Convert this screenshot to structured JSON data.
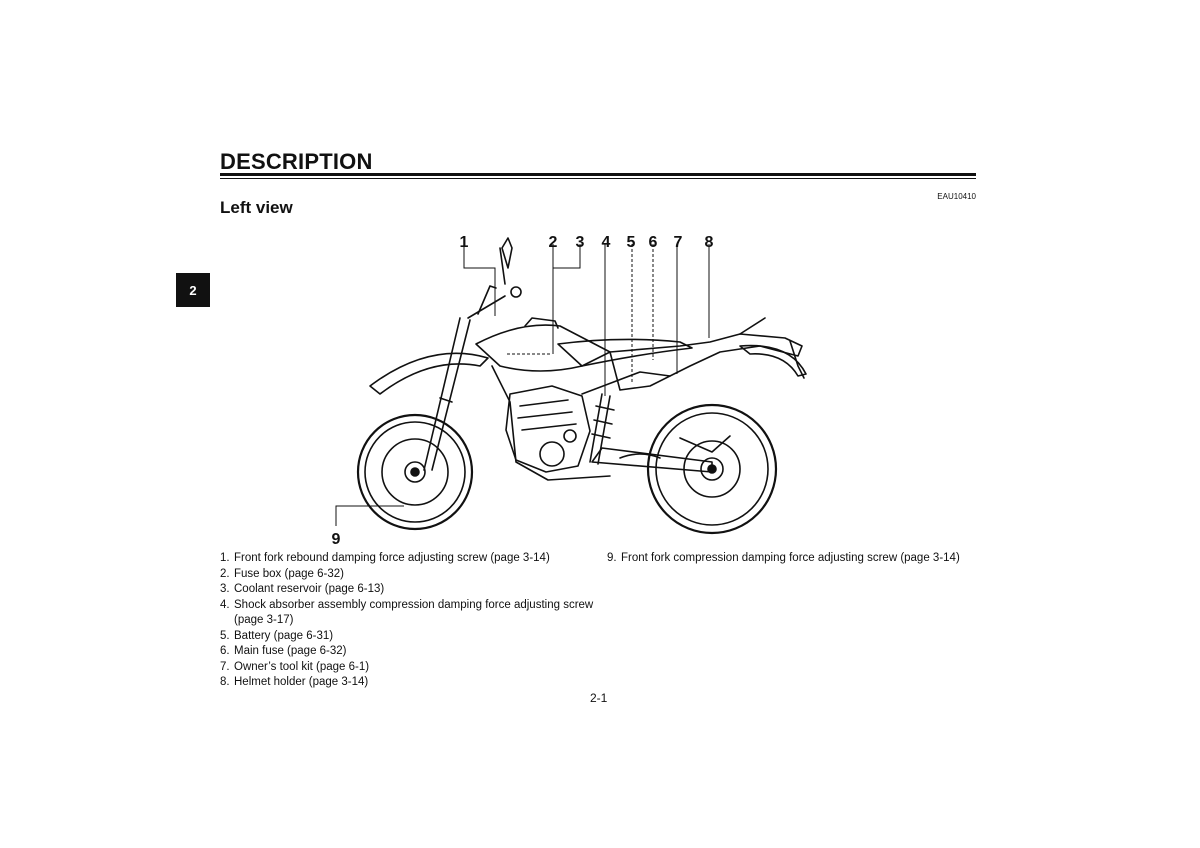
{
  "header": {
    "title": "DESCRIPTION",
    "code": "EAU10410",
    "subtitle": "Left view"
  },
  "side_tab": "2",
  "figure": {
    "callouts": [
      "1",
      "2",
      "3",
      "4",
      "5",
      "6",
      "7",
      "8",
      "9"
    ]
  },
  "legend_left": [
    {
      "num": "1.",
      "text": "Front fork rebound damping force adjusting screw (page 3-14)"
    },
    {
      "num": "2.",
      "text": "Fuse box (page 6-32)"
    },
    {
      "num": "3.",
      "text": "Coolant reservoir (page 6-13)"
    },
    {
      "num": "4.",
      "text": "Shock absorber assembly compression damping force adjusting screw (page 3-17)"
    },
    {
      "num": "5.",
      "text": "Battery (page 6-31)"
    },
    {
      "num": "6.",
      "text": "Main fuse (page 6-32)"
    },
    {
      "num": "7.",
      "text": "Owner’s tool kit (page 6-1)"
    },
    {
      "num": "8.",
      "text": "Helmet holder (page 3-14)"
    }
  ],
  "legend_right": [
    {
      "num": "9.",
      "text": "Front fork compression damping force adjusting screw (page 3-14)"
    }
  ],
  "page_number": "2-1"
}
